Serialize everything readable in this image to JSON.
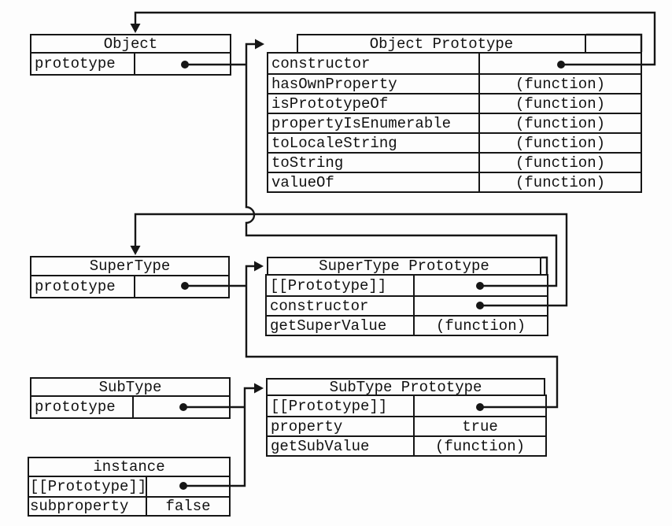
{
  "colors": {
    "line": "#161616",
    "background": "#fdfdfd"
  },
  "boxes": {
    "object": {
      "title": "Object",
      "rows": [
        {
          "name": "prototype",
          "value": "",
          "pointer": true
        }
      ]
    },
    "object_prototype": {
      "title": "Object Prototype",
      "rows": [
        {
          "name": "constructor",
          "value": "",
          "pointer": true
        },
        {
          "name": "hasOwnProperty",
          "value": "(function)",
          "pointer": false
        },
        {
          "name": "isPrototypeOf",
          "value": "(function)",
          "pointer": false
        },
        {
          "name": "propertyIsEnumerable",
          "value": "(function)",
          "pointer": false
        },
        {
          "name": "toLocaleString",
          "value": "(function)",
          "pointer": false
        },
        {
          "name": "toString",
          "value": "(function)",
          "pointer": false
        },
        {
          "name": "valueOf",
          "value": "(function)",
          "pointer": false
        }
      ]
    },
    "supertype": {
      "title": "SuperType",
      "rows": [
        {
          "name": "prototype",
          "value": "",
          "pointer": true
        }
      ]
    },
    "supertype_prototype": {
      "title": "SuperType Prototype",
      "rows": [
        {
          "name": "[[Prototype]]",
          "value": "",
          "pointer": true
        },
        {
          "name": "constructor",
          "value": "",
          "pointer": true
        },
        {
          "name": "getSuperValue",
          "value": "(function)",
          "pointer": false
        }
      ]
    },
    "subtype": {
      "title": "SubType",
      "rows": [
        {
          "name": "prototype",
          "value": "",
          "pointer": true
        }
      ]
    },
    "subtype_prototype": {
      "title": "SubType Prototype",
      "rows": [
        {
          "name": "[[Prototype]]",
          "value": "",
          "pointer": true
        },
        {
          "name": "property",
          "value": "true",
          "pointer": false
        },
        {
          "name": "getSubValue",
          "value": "(function)",
          "pointer": false
        }
      ]
    },
    "instance": {
      "title": "instance",
      "rows": [
        {
          "name": "[[Prototype]]",
          "value": "",
          "pointer": true
        },
        {
          "name": "subproperty",
          "value": "false",
          "pointer": false
        }
      ]
    }
  },
  "edges": [
    {
      "from": "Object.prototype",
      "to": "Object Prototype"
    },
    {
      "from": "Object Prototype.constructor",
      "to": "Object"
    },
    {
      "from": "SuperType.prototype",
      "to": "SuperType Prototype"
    },
    {
      "from": "SuperType Prototype.[[Prototype]]",
      "to": "Object Prototype"
    },
    {
      "from": "SuperType Prototype.constructor",
      "to": "SuperType"
    },
    {
      "from": "SubType.prototype",
      "to": "SubType Prototype"
    },
    {
      "from": "SubType Prototype.[[Prototype]]",
      "to": "SuperType Prototype"
    },
    {
      "from": "instance.[[Prototype]]",
      "to": "SubType Prototype"
    }
  ]
}
